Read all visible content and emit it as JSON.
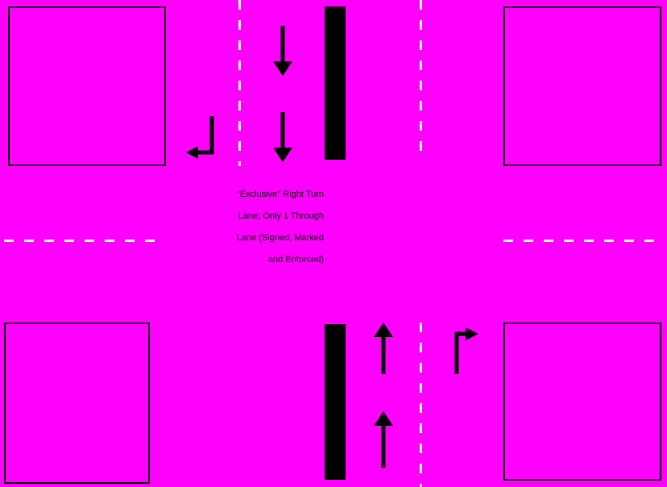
{
  "colors": {
    "background": "#FF00FF",
    "marking_black": "#000000",
    "lane_dash_white": "#FFFFFF"
  },
  "annotation": {
    "line1": "\"Exclusive\" Right Turn",
    "line2": "Lane; Only 1 Through",
    "line3": "Lane (Signed, Marked",
    "line4": "and Enforced)"
  },
  "markings": {
    "southbound_through_arrow": "down-arrow",
    "southbound_right_turn_arrow": "down-then-left-turn-arrow",
    "northbound_through_arrow": "up-arrow",
    "northbound_right_turn_arrow": "up-then-right-turn-arrow",
    "median_bar": "solid-black-bar",
    "lane_divider": "white-dashed-line"
  }
}
